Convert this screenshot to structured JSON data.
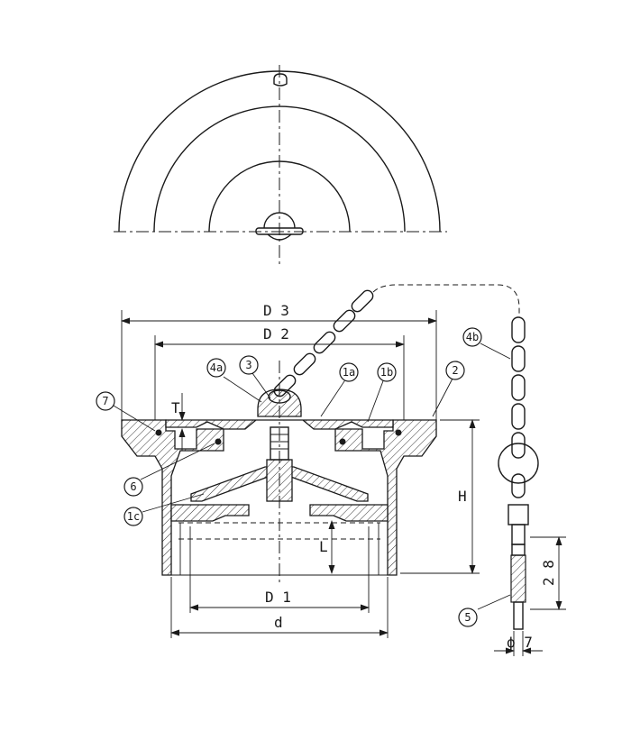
{
  "dimensions": {
    "D3": "D 3",
    "D2": "D 2",
    "D1": "D 1",
    "d": "d",
    "H": "H",
    "L": "L",
    "T": "T",
    "len28": "2 8",
    "phi7": "ϕ 7"
  },
  "parts": {
    "p1a": "1a",
    "p1b": "1b",
    "p1c": "1c",
    "p2": "2",
    "p3": "3",
    "p4a": "4a",
    "p4b": "4b",
    "p5": "5",
    "p6": "6",
    "p7": "7"
  },
  "colors": {
    "line": "#1a1a1a",
    "background": "#ffffff"
  }
}
